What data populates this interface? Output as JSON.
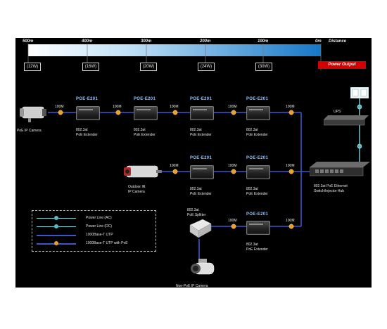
{
  "distance_scale": {
    "marks": [
      "500m",
      "400m",
      "300m",
      "200m",
      "100m",
      "0m"
    ],
    "label": "Distance"
  },
  "power_steps": [
    "(12W)",
    "(16W)",
    "(20W)",
    "(24W)",
    "(30W)"
  ],
  "power_output_label": "Power Output",
  "link_labels": {
    "r1": [
      "100M",
      "100M",
      "100M",
      "100M",
      "100M"
    ],
    "r2": [
      "100M",
      "100M",
      "100M"
    ],
    "r3": [
      "100M",
      "100M"
    ]
  },
  "row1": {
    "camera_label": "PoE IP Camera",
    "extenders": [
      {
        "model": "POE-E201",
        "caption": [
          "802.3at",
          "PoE Extender"
        ]
      },
      {
        "model": "POE-E201",
        "caption": [
          "802.3at",
          "PoE Extender"
        ]
      },
      {
        "model": "POE-E201",
        "caption": [
          "802.3at",
          "PoE Extender"
        ]
      },
      {
        "model": "POE-E201",
        "caption": [
          "802.3at",
          "PoE Extender"
        ]
      }
    ]
  },
  "row2": {
    "camera_label": [
      "Outdoor IR",
      "IP Camera"
    ],
    "extenders": [
      {
        "model": "POE-E201",
        "caption": [
          "802.3at",
          "PoE Extender"
        ]
      },
      {
        "model": "POE-E201",
        "caption": [
          "802.3at",
          "PoE Extender"
        ]
      }
    ]
  },
  "row3": {
    "splitter_label": [
      "802.3at",
      "PoE Splitter"
    ],
    "camera_label": "Non-PoE IP Camera",
    "extender": {
      "model": "POE-E201",
      "caption": [
        "802.3at",
        "PoE Extender"
      ]
    }
  },
  "ups_label": "UPS",
  "switch_label": [
    "802.3at PoE Ethernet",
    "Switch/Injector Hub"
  ],
  "legend": [
    {
      "label": "Power Line (AC)",
      "line": "#7ed3d6",
      "dot": "#5ab8c4"
    },
    {
      "label": "Power Line (DC)",
      "line": "#7ed3d6",
      "dot": "#5ab8c4"
    },
    {
      "label": "1000Base-T UTP",
      "line": "#3d56c9",
      "dot": null
    },
    {
      "label": "1000Base-T UTP with PoE",
      "line": "#3d56c9",
      "dot": "#f0a020"
    }
  ],
  "colors": {
    "utp_line": "#3d56c9",
    "poe_dot": "#f0a020",
    "power_dot": "#5ab8c4",
    "model_text": "#8fc3ff",
    "power_output_bg": "#d40000",
    "bar_start": "#ffffff",
    "bar_end": "#1577c8"
  }
}
